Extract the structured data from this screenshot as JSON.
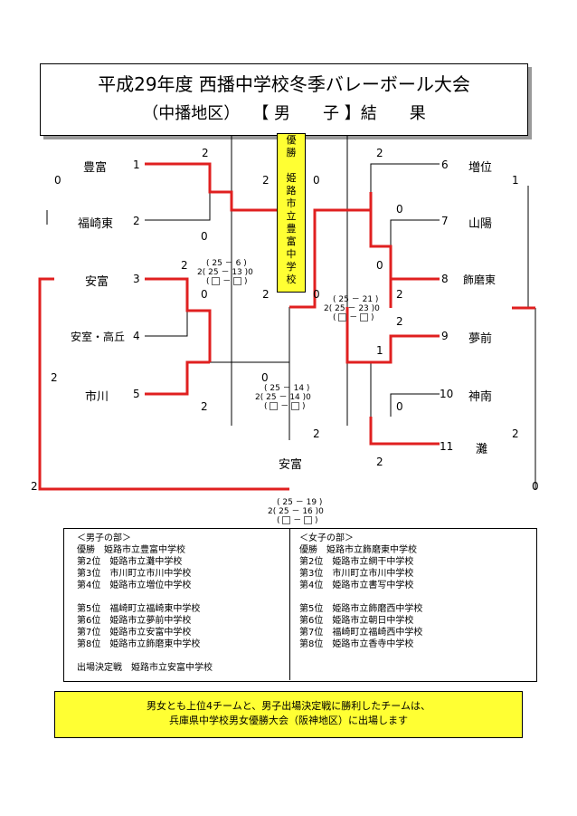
{
  "header": {
    "title_line1": "平成29年度 西播中学校冬季バレーボール大会",
    "title_line2_left": "（中播地区）",
    "title_line2_right": "【 男　　子 】結　　果"
  },
  "winner": {
    "chars": [
      "優",
      "勝",
      "",
      "姫",
      "路",
      "市",
      "立",
      "豊",
      "富",
      "中",
      "学",
      "校"
    ]
  },
  "left_teams": [
    {
      "num": "1",
      "name": "豊富"
    },
    {
      "num": "2",
      "name": "福崎東"
    },
    {
      "num": "3",
      "name": "安富"
    },
    {
      "num": "4",
      "name": "安室・高丘"
    },
    {
      "num": "5",
      "name": "市川"
    }
  ],
  "right_teams": [
    {
      "num": "6",
      "name": "増位"
    },
    {
      "num": "7",
      "name": "山陽"
    },
    {
      "num": "8",
      "name": "飾磨東"
    },
    {
      "num": "9",
      "name": "夢前"
    },
    {
      "num": "10",
      "name": "神南"
    },
    {
      "num": "11",
      "name": "灘"
    }
  ],
  "scores": {
    "s_l1_top": "2",
    "s_l0_top": "0",
    "s_l12_bot": "0",
    "s_l3_top": "2",
    "s_l3_bot": "0",
    "s_lc_top": "2",
    "s_lc_bot": "0",
    "s_l2_bot": "2",
    "s_l5_bot": "2",
    "s_lfin": "0",
    "s_center_top": "0",
    "s_rc_top": "2",
    "s_r6_top": "2",
    "s_r1": "1",
    "s_r7": "0",
    "s_r8": "0",
    "s_r89": "2",
    "s_r9": "2",
    "s_r10": "1",
    "s_r10b": "0",
    "s_r11": "2",
    "s_r11b": "2",
    "s_bl": "2",
    "s_br": "0",
    "s_final_l": "2"
  },
  "sets": {
    "a": {
      "lsum": "2",
      "rsum": "0",
      "r1": [
        "25",
        "－",
        "6"
      ],
      "r2": [
        "25",
        "－",
        "13"
      ]
    },
    "b": {
      "lsum": "2",
      "rsum": "0",
      "r1": [
        "25",
        "－",
        "21"
      ],
      "r2": [
        "25",
        "－",
        "23"
      ]
    },
    "c": {
      "lsum": "2",
      "rsum": "0",
      "r1": [
        "25",
        "－",
        "14"
      ],
      "r2": [
        "25",
        "－",
        "14"
      ]
    },
    "d": {
      "lsum": "2",
      "rsum": "0",
      "r1": [
        "25",
        "－",
        "19"
      ],
      "r2": [
        "25",
        "－",
        "16"
      ]
    }
  },
  "finalist": "安富",
  "results_boys": [
    "＜男子の部＞",
    "優勝　姫路市立豊富中学校",
    "第2位　姫路市立灘中学校",
    "第3位　市川町立市川中学校",
    "第4位　姫路市立増位中学校",
    "",
    "第5位　福崎町立福崎東中学校",
    "第6位　姫路市立夢前中学校",
    "第7位　姫路市立安富中学校",
    "第8位　姫路市立飾磨東中学校",
    "",
    "出場決定戦　姫路市立安富中学校"
  ],
  "results_girls": [
    "＜女子の部＞",
    "優勝　姫路市立飾磨東中学校",
    "第2位　姫路市立網干中学校",
    "第3位　市川町立市川中学校",
    "第4位　姫路市立書写中学校",
    "",
    "第5位　姫路市立飾磨西中学校",
    "第6位　姫路市立朝日中学校",
    "第7位　福崎町立福崎西中学校",
    "第8位　姫路市立香寺中学校"
  ],
  "footer": {
    "line1": "男女とも上位4チームと、男子出場決定戦に勝利したチームは、",
    "line2": "兵庫県中学校男女優勝大会（阪神地区）に出場します"
  },
  "colors": {
    "win_line": "#e02020",
    "winner_bg": "#ffff33",
    "shadow": "#9a9a9a"
  }
}
